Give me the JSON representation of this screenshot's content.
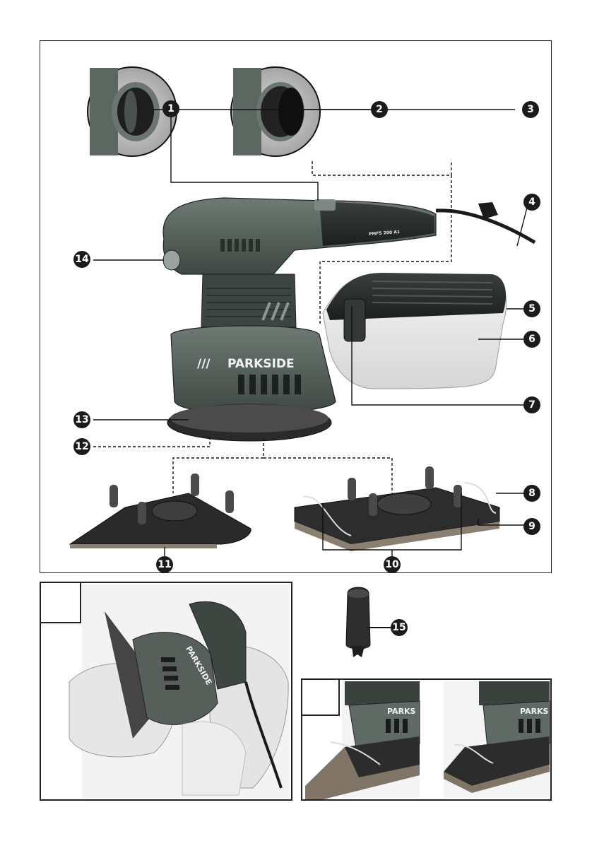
{
  "main_figure": {
    "callouts": [
      "1",
      "2",
      "3",
      "4",
      "5",
      "6",
      "7",
      "8",
      "9",
      "10",
      "11",
      "12",
      "13",
      "14"
    ],
    "model_label": "PMFS 200 A1",
    "brand": "PARKSIDE",
    "brand_prefix": "///"
  },
  "figure_a": {
    "label": "",
    "brand": "PARKSIDE"
  },
  "accessory": {
    "callout": "15"
  },
  "figure_b": {
    "label": "",
    "brand": "PARKS"
  }
}
